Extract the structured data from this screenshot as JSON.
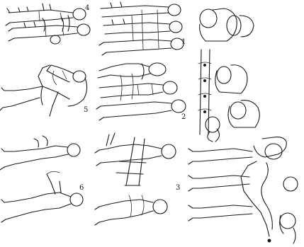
{
  "panels": [
    {
      "id": "p1",
      "number": "1"
    },
    {
      "id": "p2",
      "number": "2"
    },
    {
      "id": "p3",
      "number": "3"
    },
    {
      "id": "p4",
      "number": "4"
    },
    {
      "id": "p5",
      "number": "5"
    },
    {
      "id": "p6",
      "number": "6"
    }
  ]
}
